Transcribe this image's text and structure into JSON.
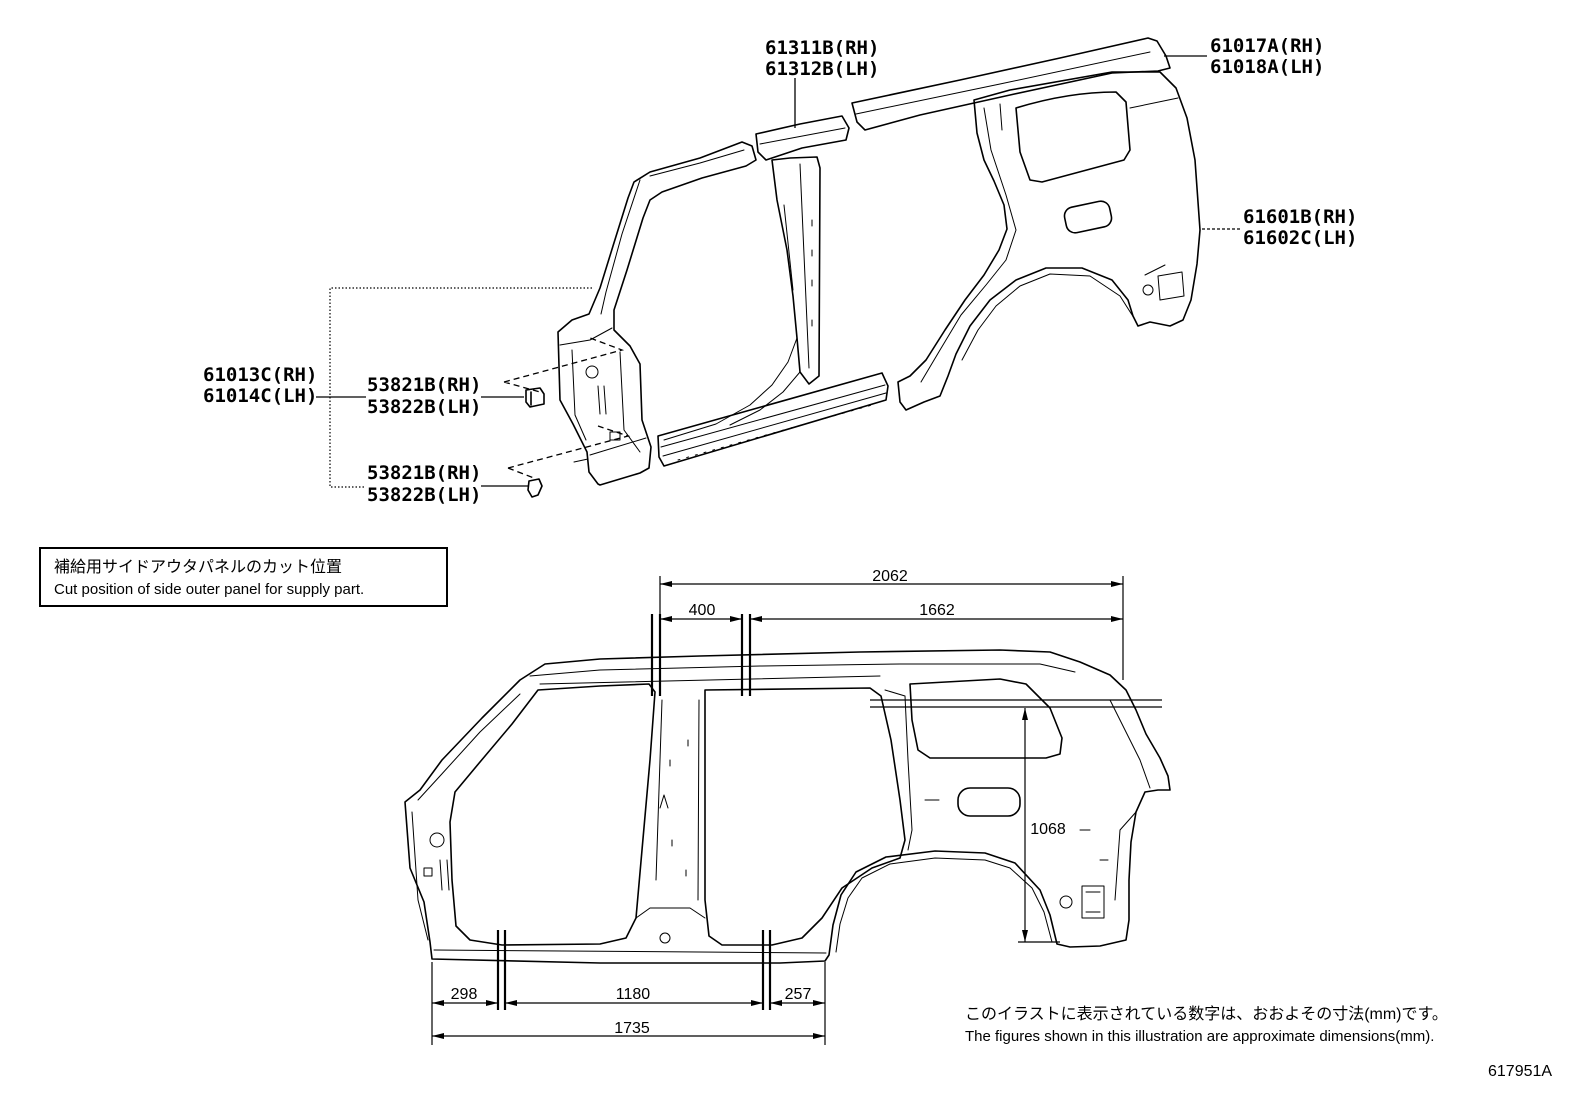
{
  "callouts": {
    "center_roof_panel": {
      "rh": "61311B(RH)",
      "lh": "61312B(LH)"
    },
    "rear_roof_rail": {
      "rh": "61017A(RH)",
      "lh": "61018A(LH)"
    },
    "quarter_panel": {
      "rh": "61601B(RH)",
      "lh": "61602C(LH)"
    },
    "front_pillar": {
      "rh": "61013C(RH)",
      "lh": "61014C(LH)"
    },
    "clip_upper": {
      "rh": "53821B(RH)",
      "lh": "53822B(LH)"
    },
    "clip_lower": {
      "rh": "53821B(RH)",
      "lh": "53822B(LH)"
    }
  },
  "cut_position_caption": {
    "ja": "補給用サイドアウタパネルのカット位置",
    "en": "Cut position of side outer panel for supply part."
  },
  "dimensions": {
    "top_overall": "2062",
    "top_front_segment": "400",
    "top_rear_segment": "1662",
    "quarter_height": "1068",
    "bottom_front_segment": "298",
    "bottom_middle_segment": "1180",
    "bottom_rear_segment": "257",
    "bottom_overall": "1735"
  },
  "note": {
    "ja": "このイラストに表示されている数字は、おおよその寸法(mm)です。",
    "en": "The figures shown in this illustration are approximate dimensions(mm)."
  },
  "illustration_id": "617951A",
  "colors": {
    "line": "#000000",
    "background": "#ffffff"
  }
}
